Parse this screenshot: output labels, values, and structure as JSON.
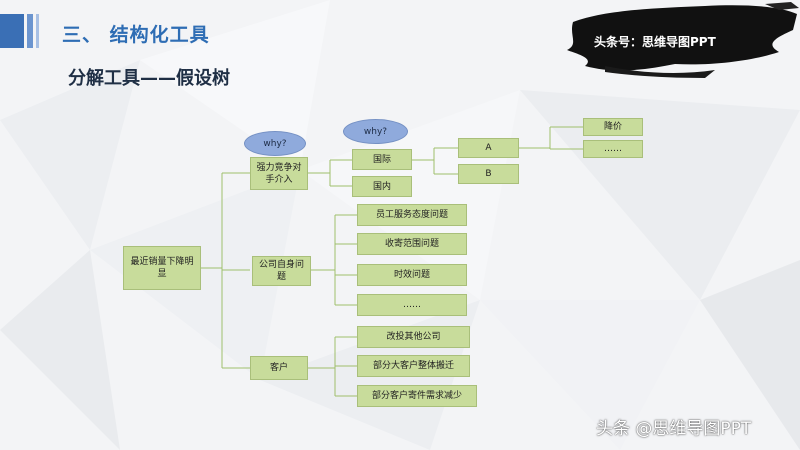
{
  "header": {
    "section_title": "三、  结构化工具",
    "subtitle": "分解工具——假设树",
    "brand": "头条号：思维导图PPT",
    "accent_color": "#2e6db4"
  },
  "diagram": {
    "root": "最近销量下降明显",
    "branch1": {
      "label": "强力竞争对手介入",
      "why": "why?",
      "child_why": "why?",
      "children": [
        "国际",
        "国内"
      ],
      "grandchildren": [
        "A",
        "B"
      ],
      "leaves": [
        "降价",
        "……"
      ]
    },
    "branch2": {
      "label": "公司自身问题",
      "children": [
        "员工服务态度问题",
        "收寄范围问题",
        "时效问题",
        "……"
      ]
    },
    "branch3": {
      "label": "客户",
      "children": [
        "改投其他公司",
        "部分大客户整体搬迁",
        "部分客户寄件需求减少"
      ]
    },
    "node_color": "#c8dc9b",
    "why_color": "#8faadc"
  },
  "watermark": "头条 @思维导图PPT"
}
